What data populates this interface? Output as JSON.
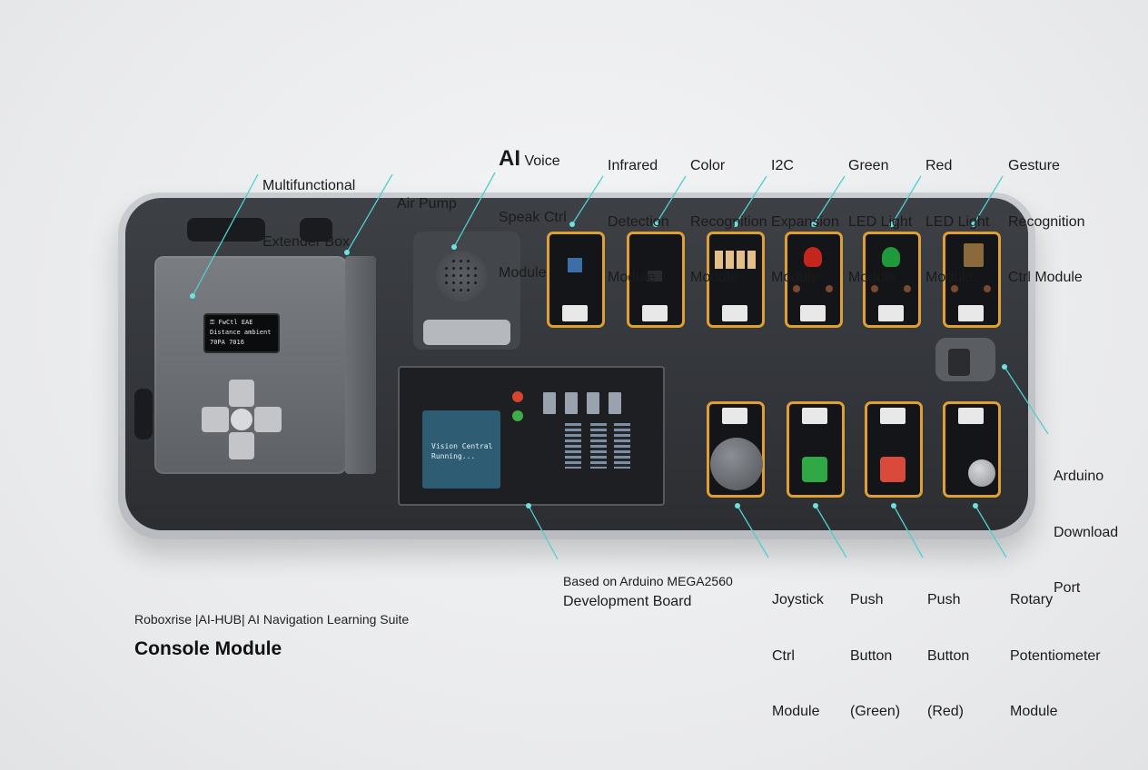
{
  "labels": {
    "extender": [
      "Multifunctional",
      "Extender Box"
    ],
    "air_pump": [
      "Air Pump"
    ],
    "ai_voice": {
      "ai": "AI",
      "rest1": " Voice",
      "line2": "Speak Ctrl",
      "line3": "Module"
    },
    "infrared": [
      "Infrared",
      "Detection",
      "Module"
    ],
    "color": [
      "Color",
      "Recognition",
      "Module"
    ],
    "i2c": [
      "I2C",
      "Expansion",
      "Module"
    ],
    "green_led": [
      "Green",
      "LED Light",
      "Module"
    ],
    "red_led": [
      "Red",
      "LED Light",
      "Module"
    ],
    "gesture": [
      "Gesture",
      "Recognition",
      "Ctrl Module"
    ],
    "download": [
      "Arduino",
      "Download",
      "Port"
    ],
    "dev_board": {
      "line1": "Development Board",
      "line2": "Based on Arduino MEGA2560"
    },
    "joystick": [
      "Joystick",
      "Ctrl",
      "Module"
    ],
    "btn_green": [
      "Push",
      "Button",
      "(Green)"
    ],
    "btn_red": [
      "Push",
      "Button",
      "(Red)"
    ],
    "rotary": [
      "Rotary",
      "Potentiometer",
      "Module"
    ]
  },
  "footer": {
    "suite": "Roboxrise |AI-HUB| AI Navigation Learning Suite",
    "title": "Console Module"
  },
  "screens": {
    "oled_line1": "⚿ FwCtl      EAE",
    "oled_line2": "Distance    ambient",
    "oled_line3": "70PA        7016",
    "dev_line1": "Vision Central",
    "dev_line2": "Running..."
  },
  "colors": {
    "leader": "#4ed0cf",
    "module_border": "#e0a030",
    "tray": "#2c2e32"
  }
}
